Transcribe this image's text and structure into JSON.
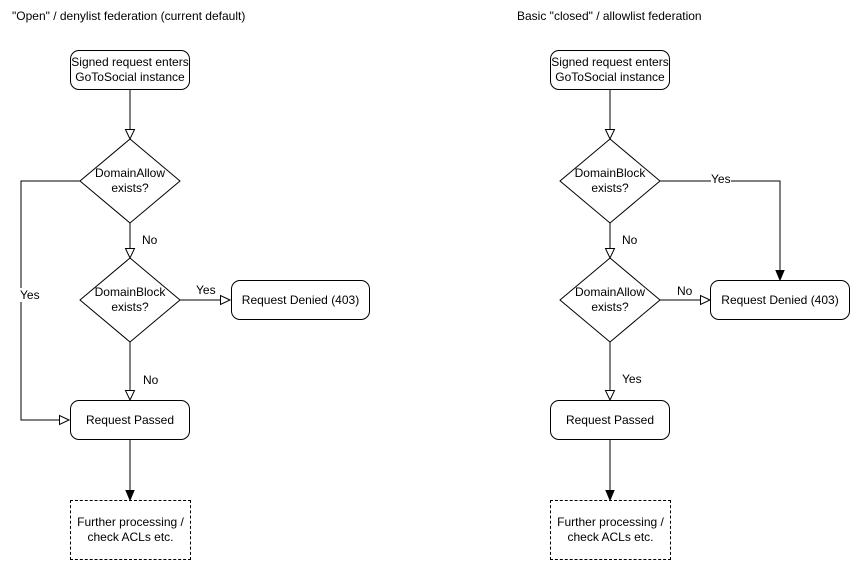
{
  "page": {
    "background_color": "#ffffff",
    "line_color": "#000000",
    "text_color": "#000000"
  },
  "charts": [
    {
      "title": "\"Open\" / denylist federation (current default)",
      "nodes": {
        "start": "Signed request enters\nGoToSocial instance",
        "decision1": "DomainAllow\nexists?",
        "decision2": "DomainBlock\nexists?",
        "denied": "Request Denied (403)",
        "passed": "Request Passed",
        "further": "Further processing /\ncheck ACLs etc."
      },
      "edge_labels": {
        "decision1_down": "No",
        "decision1_side": "Yes",
        "decision2_down": "No",
        "decision2_side": "Yes"
      }
    },
    {
      "title": "Basic \"closed\" / allowlist federation",
      "nodes": {
        "start": "Signed request enters\nGoToSocial instance",
        "decision1": "DomainBlock\nexists?",
        "decision2": "DomainAllow\nexists?",
        "denied": "Request Denied (403)",
        "passed": "Request Passed",
        "further": "Further processing /\ncheck ACLs etc."
      },
      "edge_labels": {
        "decision1_down": "No",
        "decision1_side": "Yes",
        "decision2_down": "Yes",
        "decision2_side": "No"
      }
    }
  ]
}
